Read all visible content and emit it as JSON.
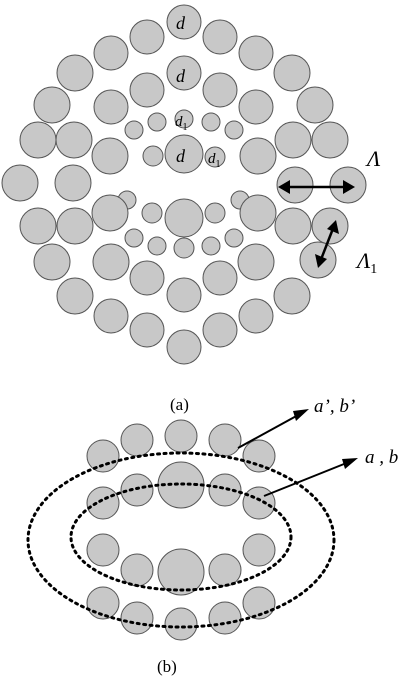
{
  "labels": {
    "d_top": "d",
    "d_second": "d",
    "d1_upper": "d",
    "d1_upper_sub": "1",
    "d_center": "d",
    "d1_right": "d",
    "d1_right_sub": "1",
    "lambda": "Λ",
    "lambda1": "Λ",
    "lambda1_sub": "1",
    "caption_a": "(a)",
    "caption_b": "(b)",
    "ring_outer": "a’, b’",
    "ring_inner": "a , b"
  },
  "colors": {
    "hole_fill": "#c8c8c8",
    "hole_stroke": "#555555",
    "line": "#000000"
  }
}
